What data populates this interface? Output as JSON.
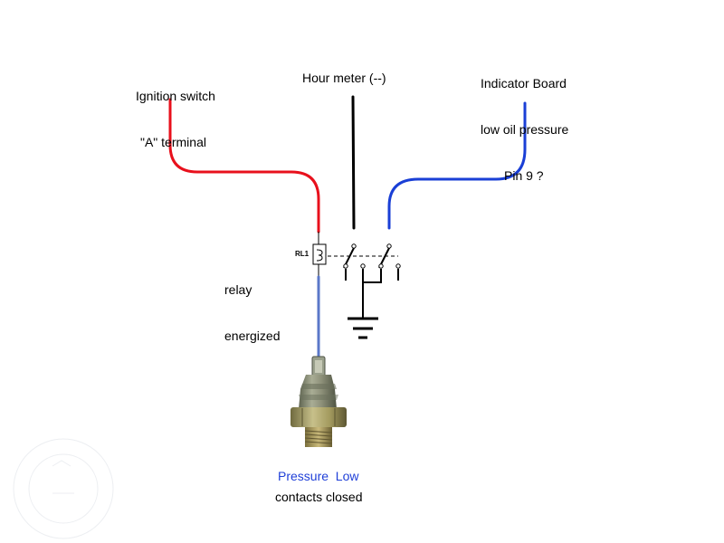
{
  "labels": {
    "ignition_line1": "Ignition switch",
    "ignition_line2": "\"A\" terminal",
    "hour_meter": "Hour meter (--)",
    "indicator_line1": "Indicator Board",
    "indicator_line2": "low oil pressure",
    "indicator_line3": "Pin 9 ?",
    "relay_line1": "relay",
    "relay_line2": "energized",
    "relay_id": "RL1",
    "pressure_low": "Pressure  Low",
    "contacts_closed": "contacts closed"
  },
  "colors": {
    "red_wire": "#e8101c",
    "black_wire": "#000000",
    "blue_wire": "#1a3fd6",
    "sensor_wire": "#5b78c9",
    "pressure_text": "#1f3fd8"
  },
  "icons": {
    "relay_coil": "relay-coil-icon",
    "ground": "ground-icon",
    "sensor": "oil-pressure-sender-icon"
  }
}
